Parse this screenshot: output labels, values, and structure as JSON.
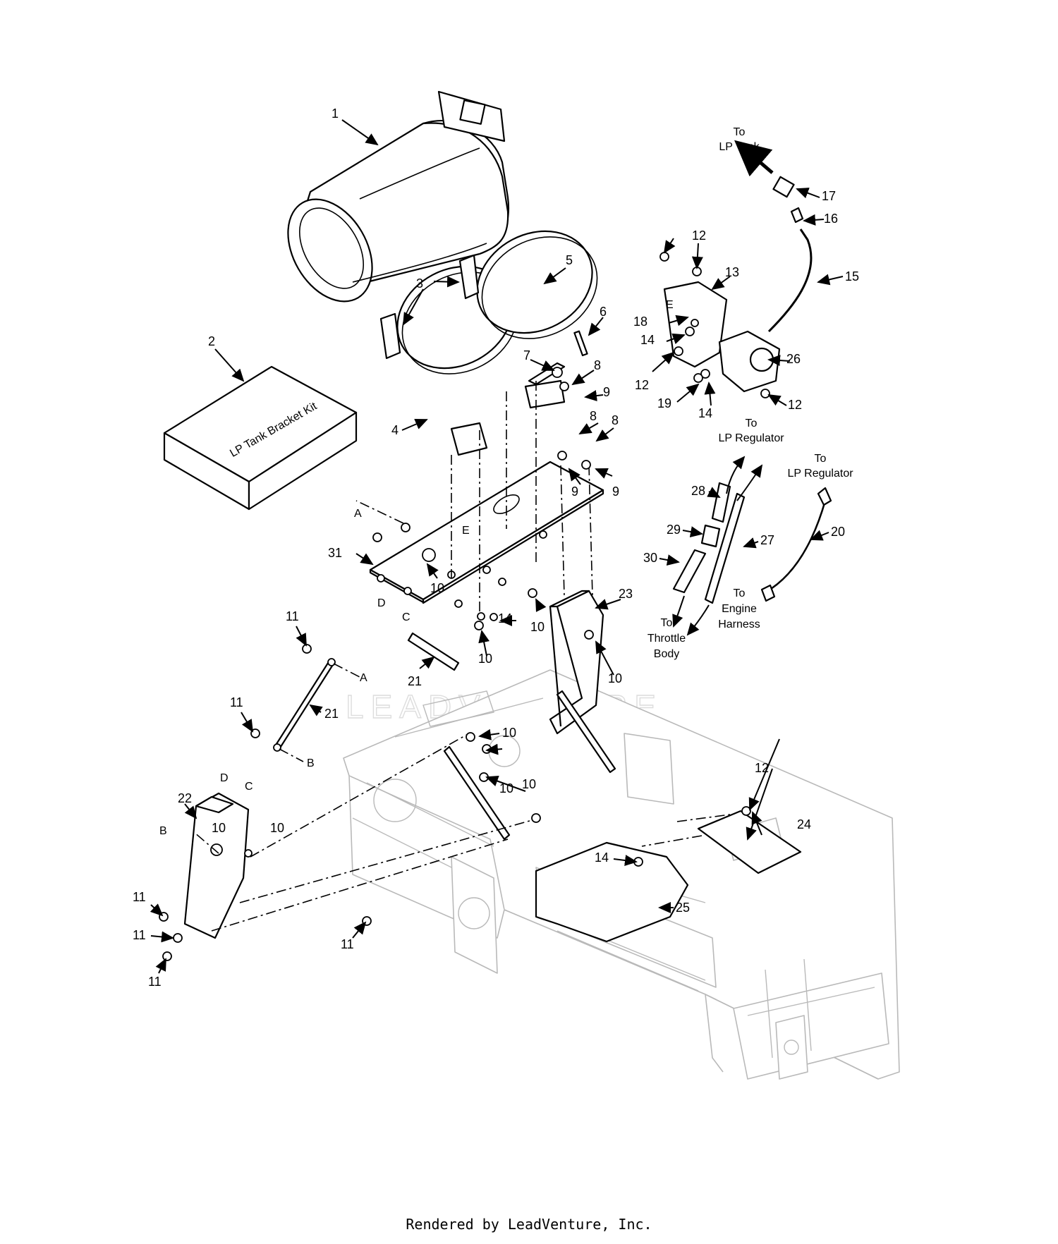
{
  "callouts": [
    {
      "id": "1",
      "text": "1"
    },
    {
      "id": "2",
      "text": "2"
    },
    {
      "id": "3",
      "text": "3"
    },
    {
      "id": "4",
      "text": "4"
    },
    {
      "id": "5",
      "text": "5"
    },
    {
      "id": "6",
      "text": "6"
    },
    {
      "id": "7",
      "text": "7"
    },
    {
      "id": "8a",
      "text": "8"
    },
    {
      "id": "8b",
      "text": "8"
    },
    {
      "id": "8c",
      "text": "8"
    },
    {
      "id": "9a",
      "text": "9"
    },
    {
      "id": "9b",
      "text": "9"
    },
    {
      "id": "9c",
      "text": "9"
    },
    {
      "id": "10a",
      "text": "10"
    },
    {
      "id": "10b",
      "text": "10"
    },
    {
      "id": "10c",
      "text": "10"
    },
    {
      "id": "10d",
      "text": "10"
    },
    {
      "id": "10e",
      "text": "10"
    },
    {
      "id": "10f",
      "text": "10"
    },
    {
      "id": "10g",
      "text": "10"
    },
    {
      "id": "10h",
      "text": "10"
    },
    {
      "id": "10i",
      "text": "10"
    },
    {
      "id": "11a",
      "text": "11"
    },
    {
      "id": "11b",
      "text": "11"
    },
    {
      "id": "11c",
      "text": "11"
    },
    {
      "id": "11d",
      "text": "11"
    },
    {
      "id": "11e",
      "text": "11"
    },
    {
      "id": "11f",
      "text": "11"
    },
    {
      "id": "12a",
      "text": "12"
    },
    {
      "id": "12b",
      "text": "12"
    },
    {
      "id": "12c",
      "text": "12"
    },
    {
      "id": "12d",
      "text": "12"
    },
    {
      "id": "13",
      "text": "13"
    },
    {
      "id": "14a",
      "text": "14"
    },
    {
      "id": "14b",
      "text": "14"
    },
    {
      "id": "14c",
      "text": "14"
    },
    {
      "id": "14d",
      "text": "14"
    },
    {
      "id": "15",
      "text": "15"
    },
    {
      "id": "16",
      "text": "16"
    },
    {
      "id": "17",
      "text": "17"
    },
    {
      "id": "18",
      "text": "18"
    },
    {
      "id": "19",
      "text": "19"
    },
    {
      "id": "20",
      "text": "20"
    },
    {
      "id": "21a",
      "text": "21"
    },
    {
      "id": "21b",
      "text": "21"
    },
    {
      "id": "22",
      "text": "22"
    },
    {
      "id": "23",
      "text": "23"
    },
    {
      "id": "24",
      "text": "24"
    },
    {
      "id": "25",
      "text": "25"
    },
    {
      "id": "26",
      "text": "26"
    },
    {
      "id": "27",
      "text": "27"
    },
    {
      "id": "28",
      "text": "28"
    },
    {
      "id": "29",
      "text": "29"
    },
    {
      "id": "30",
      "text": "30"
    },
    {
      "id": "31",
      "text": "31"
    }
  ],
  "reference_letters": [
    {
      "id": "A1",
      "text": "A"
    },
    {
      "id": "A2",
      "text": "A"
    },
    {
      "id": "B1",
      "text": "B"
    },
    {
      "id": "B2",
      "text": "B"
    },
    {
      "id": "C1",
      "text": "C"
    },
    {
      "id": "C2",
      "text": "C"
    },
    {
      "id": "D1",
      "text": "D"
    },
    {
      "id": "D2",
      "text": "D"
    },
    {
      "id": "E1",
      "text": "E"
    },
    {
      "id": "E2",
      "text": "E"
    }
  ],
  "annotations": {
    "to_lp_tank": [
      "To",
      "LP Tank"
    ],
    "to_lp_regulator_hose": [
      "To",
      "LP Regulator"
    ],
    "to_lp_regulator_harness": [
      "To",
      "LP Regulator"
    ],
    "to_engine_harness": [
      "To",
      "Engine",
      "Harness"
    ],
    "to_throttle_body": [
      "To",
      "Throttle",
      "Body"
    ]
  },
  "kit_box_label": "LP Tank Bracket Kit",
  "watermark": "LEADVENTURE",
  "footer": "Rendered by LeadVenture, Inc.",
  "colors": {
    "line": "#000000",
    "frame": "#b9b9b9",
    "background": "#ffffff"
  }
}
